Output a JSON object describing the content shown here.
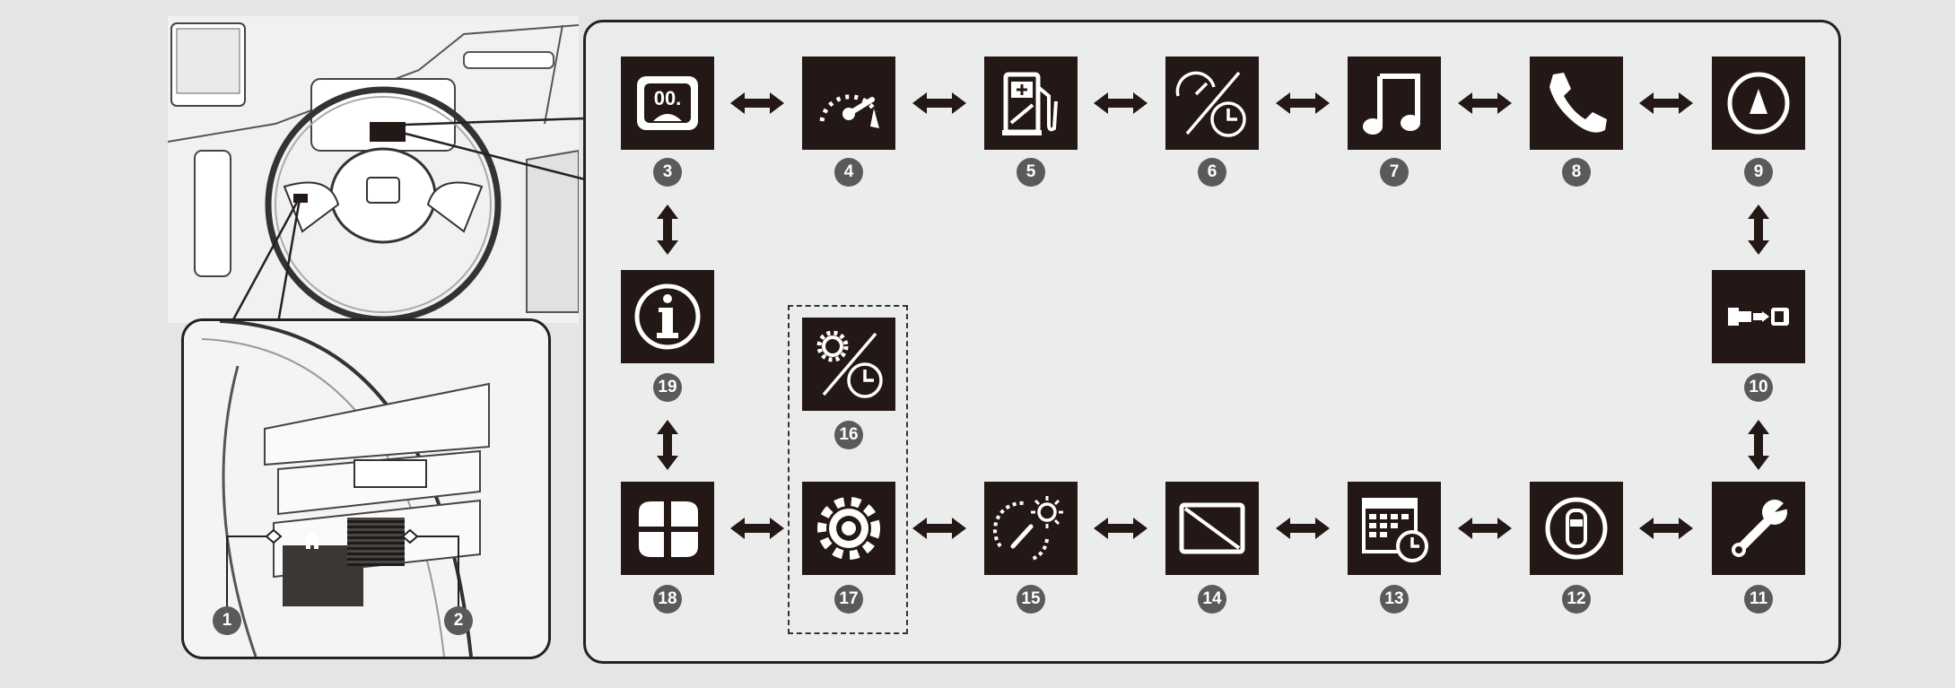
{
  "numbers": {
    "n1": "1",
    "n2": "2",
    "n3": "3",
    "n4": "4",
    "n5": "5",
    "n6": "6",
    "n7": "7",
    "n8": "8",
    "n9": "9",
    "n10": "10",
    "n11": "11",
    "n12": "12",
    "n13": "13",
    "n14": "14",
    "n15": "15",
    "n16": "16",
    "n17": "17",
    "n18": "18",
    "n19": "19"
  },
  "tiles": {
    "t3": {
      "icon": "odometer-trip-icon",
      "text": "00."
    },
    "t4": {
      "icon": "speedometer-icon"
    },
    "t5": {
      "icon": "fuel-pump-icon"
    },
    "t6": {
      "icon": "speedometer-clock-icon"
    },
    "t7": {
      "icon": "music-note-icon"
    },
    "t8": {
      "icon": "phone-icon"
    },
    "t9": {
      "icon": "navigation-compass-icon"
    },
    "t10": {
      "icon": "seatbelt-icon"
    },
    "t11": {
      "icon": "wrench-icon"
    },
    "t12": {
      "icon": "car-top-view-icon"
    },
    "t13": {
      "icon": "calendar-clock-icon"
    },
    "t14": {
      "icon": "blank-screen-icon"
    },
    "t15": {
      "icon": "brightness-meter-icon"
    },
    "t16": {
      "icon": "settings-clock-icon"
    },
    "t17": {
      "icon": "settings-gear-icon"
    },
    "t18": {
      "icon": "layout-grid-icon"
    },
    "t19": {
      "icon": "info-icon"
    }
  },
  "colors": {
    "tile": "#231815",
    "badge": "#5a5a5a",
    "panel": "#ebedec",
    "background": "#e4e5e4"
  }
}
